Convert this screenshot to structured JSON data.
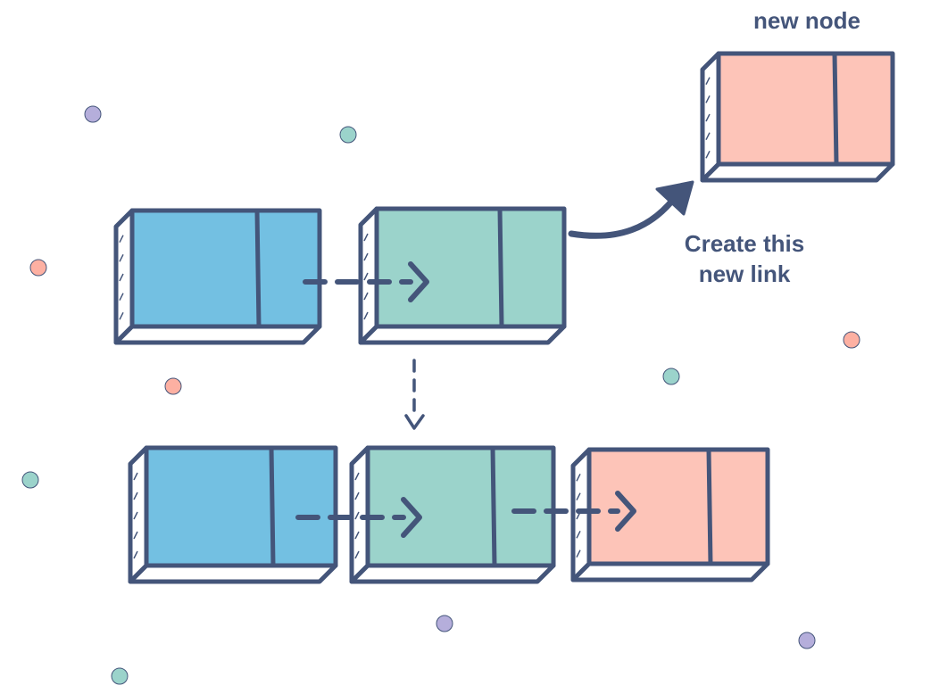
{
  "labels": {
    "new_node": "new node",
    "new_link_line1": "Create this",
    "new_link_line2": "new link"
  },
  "colors": {
    "outline": "#44557a",
    "blue": "#73c0e2",
    "teal": "#9bd3cb",
    "pink": "#fdc4b8",
    "dot_purple": "#b5aedb",
    "dot_teal": "#9bd3cb",
    "dot_pink": "#fdb0a2"
  },
  "nodes": [
    {
      "id": "new-node",
      "color": "pink"
    },
    {
      "id": "top-node-1",
      "color": "blue"
    },
    {
      "id": "top-node-2",
      "color": "teal"
    },
    {
      "id": "bottom-node-1",
      "color": "blue"
    },
    {
      "id": "bottom-node-2",
      "color": "teal"
    },
    {
      "id": "bottom-node-3",
      "color": "pink"
    }
  ]
}
